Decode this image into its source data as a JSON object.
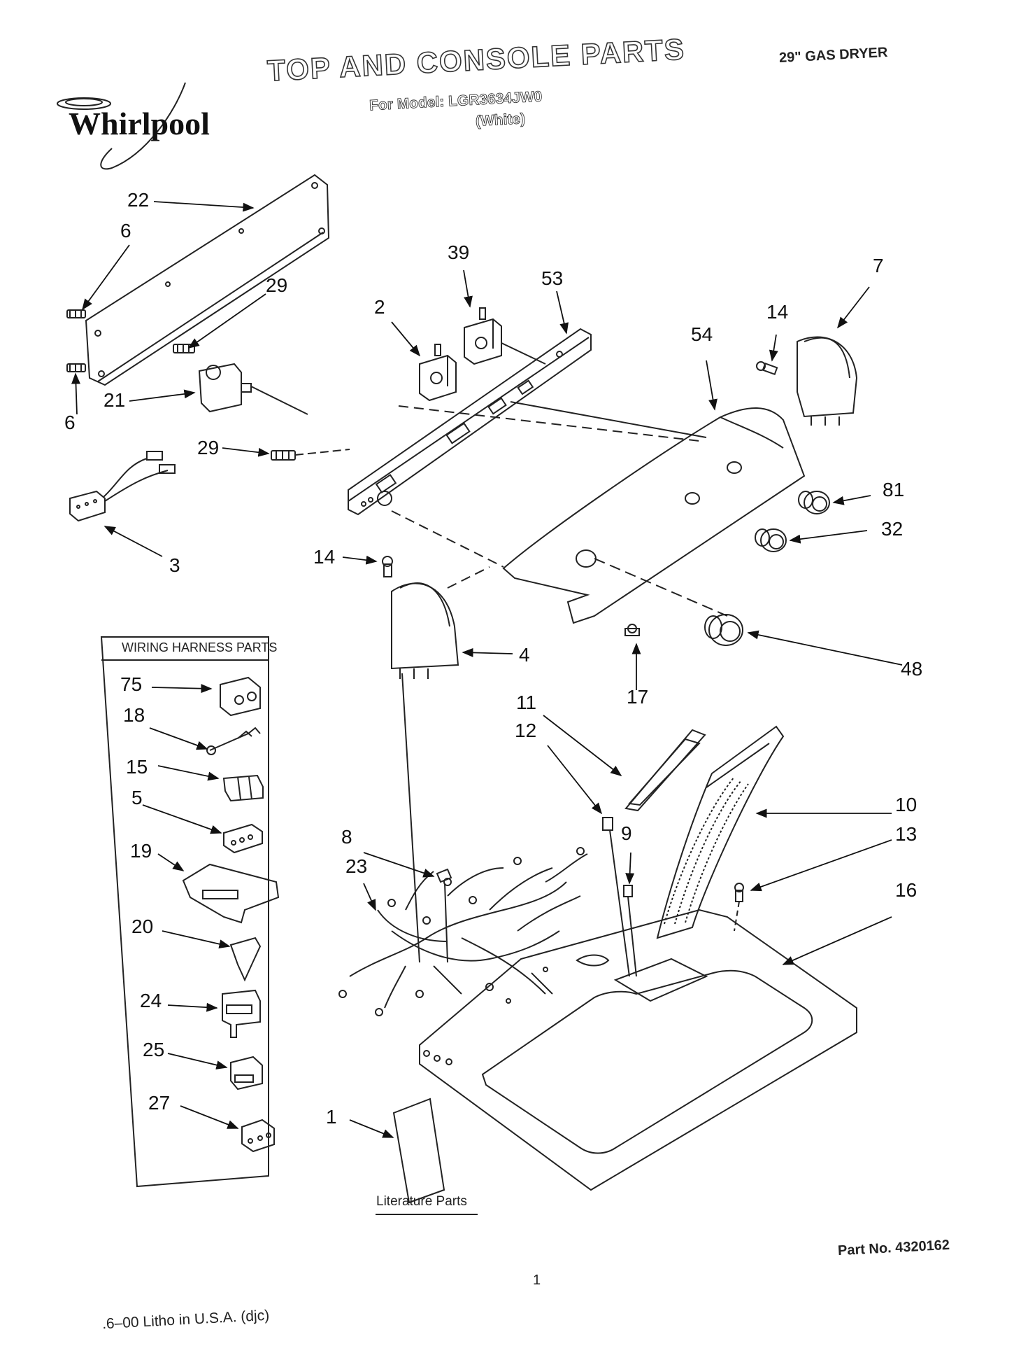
{
  "brand": "Whirlpool",
  "title": "TOP AND CONSOLE PARTS",
  "model_line": "For Model: LGR3634JW0",
  "color_line": "(White)",
  "product": "29\" GAS DRYER",
  "harness_box_title": "WIRING HARNESS PARTS",
  "literature_label": "Literature Parts",
  "part_number": "Part No. 4320162",
  "page_number": "1",
  "print_info": ".6–00 Litho in U.S.A. (djc)",
  "callouts": {
    "c22": "22",
    "c6a": "6",
    "c29a": "29",
    "c21": "21",
    "c6b": "6",
    "c29b": "29",
    "c3": "3",
    "c39": "39",
    "c2": "2",
    "c53": "53",
    "c54": "54",
    "c14a": "14",
    "c7": "7",
    "c81": "81",
    "c32": "32",
    "c14b": "14",
    "c4": "4",
    "c48": "48",
    "c17": "17",
    "c11": "11",
    "c12": "12",
    "c10": "10",
    "c13": "13",
    "c9": "9",
    "c8": "8",
    "c23": "23",
    "c16": "16",
    "c1": "1",
    "c75": "75",
    "c18": "18",
    "c15": "15",
    "c5": "5",
    "c19": "19",
    "c20": "20",
    "c24": "24",
    "c25": "25",
    "c27": "27"
  }
}
